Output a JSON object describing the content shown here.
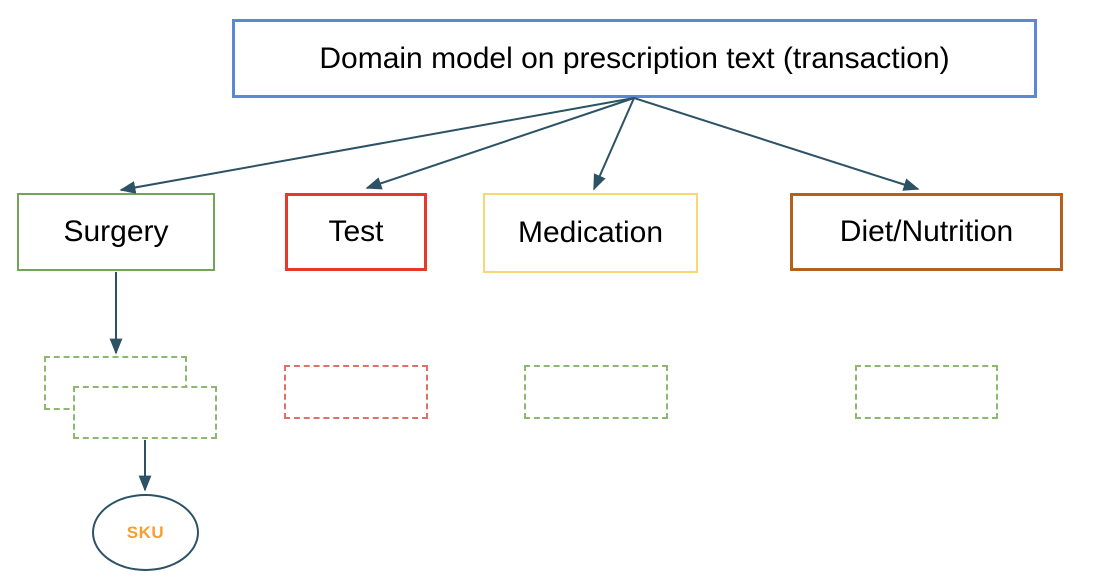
{
  "diagram": {
    "title": {
      "label": "Domain model on prescription text (transaction)",
      "border_color": "#5b87d7"
    },
    "categories": [
      {
        "id": "surgery",
        "label": "Surgery",
        "border_color": "#74a45a"
      },
      {
        "id": "test",
        "label": "Test",
        "border_color": "#e7392b"
      },
      {
        "id": "medication",
        "label": "Medication",
        "border_color": "#f8d876"
      },
      {
        "id": "diet",
        "label": "Diet/Nutrition",
        "border_color": "#b2611f"
      }
    ],
    "placeholders": [
      {
        "under": "surgery",
        "style": "green-dashed",
        "label": "",
        "note": "two overlapping empty boxes"
      },
      {
        "under": "test",
        "style": "red-dashed",
        "label": ""
      },
      {
        "under": "medication",
        "style": "green-dashed",
        "label": ""
      },
      {
        "under": "diet",
        "style": "green-dashed",
        "label": ""
      }
    ],
    "sku": {
      "label": "SKU",
      "text_color": "#f5a02c",
      "border_color": "#2d5265"
    },
    "colors": {
      "arrow": "#2d5265",
      "dashed_green": "#8db871",
      "dashed_red": "#dd7268",
      "background": "#ffffff"
    }
  }
}
